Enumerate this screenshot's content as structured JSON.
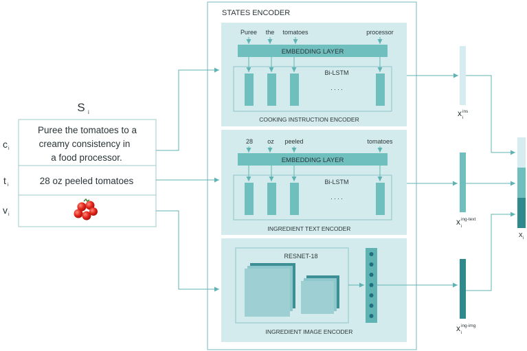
{
  "states_encoder": {
    "title": "STATES ENCODER"
  },
  "state": {
    "symbol": "S",
    "symbol_sub": "i",
    "rows": [
      {
        "label": "c",
        "label_sub": "i",
        "text_lines": [
          "Puree the tomatoes to a",
          "creamy consistency in",
          "a food processor."
        ]
      },
      {
        "label": "t",
        "label_sub": "i",
        "text_lines": [
          "28 oz peeled tomatoes"
        ]
      },
      {
        "label": "v",
        "label_sub": "i",
        "image": "cherry-tomatoes-photo"
      }
    ]
  },
  "cooking_encoder": {
    "title": "COOKING INSTRUCTION ENCODER",
    "tokens": [
      "Puree",
      "the",
      "tomatoes",
      "processor"
    ],
    "embedding": "EMBEDDING LAYER",
    "lstm": "Bi-LSTM",
    "dots": ". . . ."
  },
  "ingredient_text_encoder": {
    "title": "INGREDIENT TEXT ENCODER",
    "tokens": [
      "28",
      "oz",
      "peeled",
      "tomatoes"
    ],
    "embedding": "EMBEDDING LAYER",
    "lstm": "Bi-LSTM",
    "dots": ". . . ."
  },
  "ingredient_image_encoder": {
    "title": "INGREDIENT IMAGE ENCODER",
    "resnet": "RESNET-18"
  },
  "outputs": {
    "ins": {
      "base": "x",
      "sub": "i",
      "sup": "ins"
    },
    "text": {
      "base": "x",
      "sub": "i",
      "sup": "ing-text"
    },
    "img": {
      "base": "x",
      "sub": "i",
      "sup": "ing-img"
    },
    "final": {
      "base": "x",
      "sub": "i"
    }
  },
  "colors": {
    "panel_fill": "#d4ebed",
    "outer_border": "#8cc4c8",
    "embed_bar": "#6fbfbf",
    "lstm_cell": "#6fbfbf",
    "arrow": "#5fb3b3",
    "vec_ins": "#d6ecf0",
    "vec_text": "#6fbfbf",
    "vec_img": "#2f8a8e",
    "resnet_light": "#9ecfd3",
    "resnet_dark": "#3c8f95",
    "fc_dot": "#1f6f7f",
    "state_border": "#9fc9cb"
  }
}
